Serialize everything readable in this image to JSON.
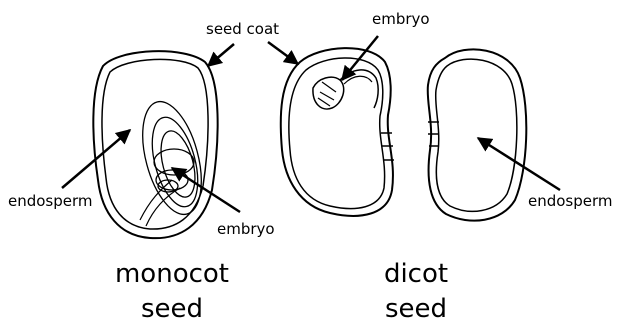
{
  "labels": {
    "seed_coat": "seed coat",
    "embryo_top": "embryo",
    "embryo_bottom": "embryo",
    "endosperm_left": "endosperm",
    "endosperm_right": "endosperm"
  },
  "captions": {
    "monocot_line1": "monocot",
    "monocot_line2": "seed",
    "dicot_line1": "dicot",
    "dicot_line2": "seed"
  }
}
